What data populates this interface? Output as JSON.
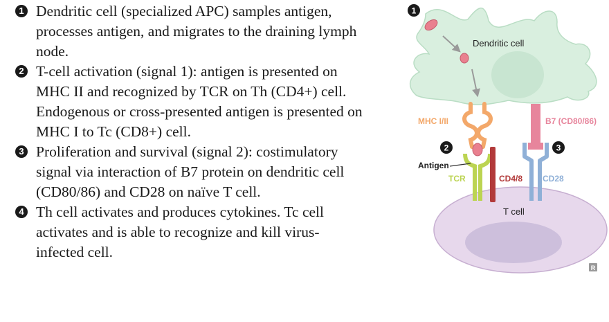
{
  "steps": [
    {
      "number": "1",
      "text": "Dendritic cell (specialized APC) samples antigen, processes antigen, and migrates to the draining lymph node."
    },
    {
      "number": "2",
      "text": "T-cell activation (signal 1): antigen is presented on MHC II and recognized by TCR on Th (CD4+) cell. Endogenous or cross-presented antigen is presented on MHC I to Tc (CD8+) cell."
    },
    {
      "number": "3",
      "text": "Proliferation and survival (signal 2): costimulatory signal via interaction of B7 protein on dendritic cell (CD80/86) and CD28 on naïve T cell."
    },
    {
      "number": "4",
      "text": "Th cell activates and produces cytokines. Tc cell activates and is able to recognize and kill virus-infected cell."
    }
  ],
  "diagram": {
    "dendritic_cell_label": "Dendritic cell",
    "t_cell_label": "T cell",
    "mhc_label": "MHC I/II",
    "b7_label": "B7 (CD80/86)",
    "antigen_label": "Antigen",
    "tcr_label": "TCR",
    "cd48_label": "CD4/8",
    "cd28_label": "CD28",
    "marker_1": "1",
    "marker_2": "2",
    "marker_3": "3",
    "corner_badge": "R"
  },
  "colors": {
    "cell_fill": "#d9efdf",
    "cell_stroke": "#b9ddc4",
    "t_cell_fill": "#e7d8ec",
    "t_cell_stroke": "#c7afd1",
    "nucleus_fill": "#cdbfdc",
    "mhc": "#f3a86a",
    "b7": "#e7859c",
    "tcr": "#bcd452",
    "cd48": "#b23a3a",
    "cd28": "#8fb0d7",
    "antigen": "#e9808f",
    "label_gray": "#555555",
    "marker": "#1a1a1a"
  }
}
